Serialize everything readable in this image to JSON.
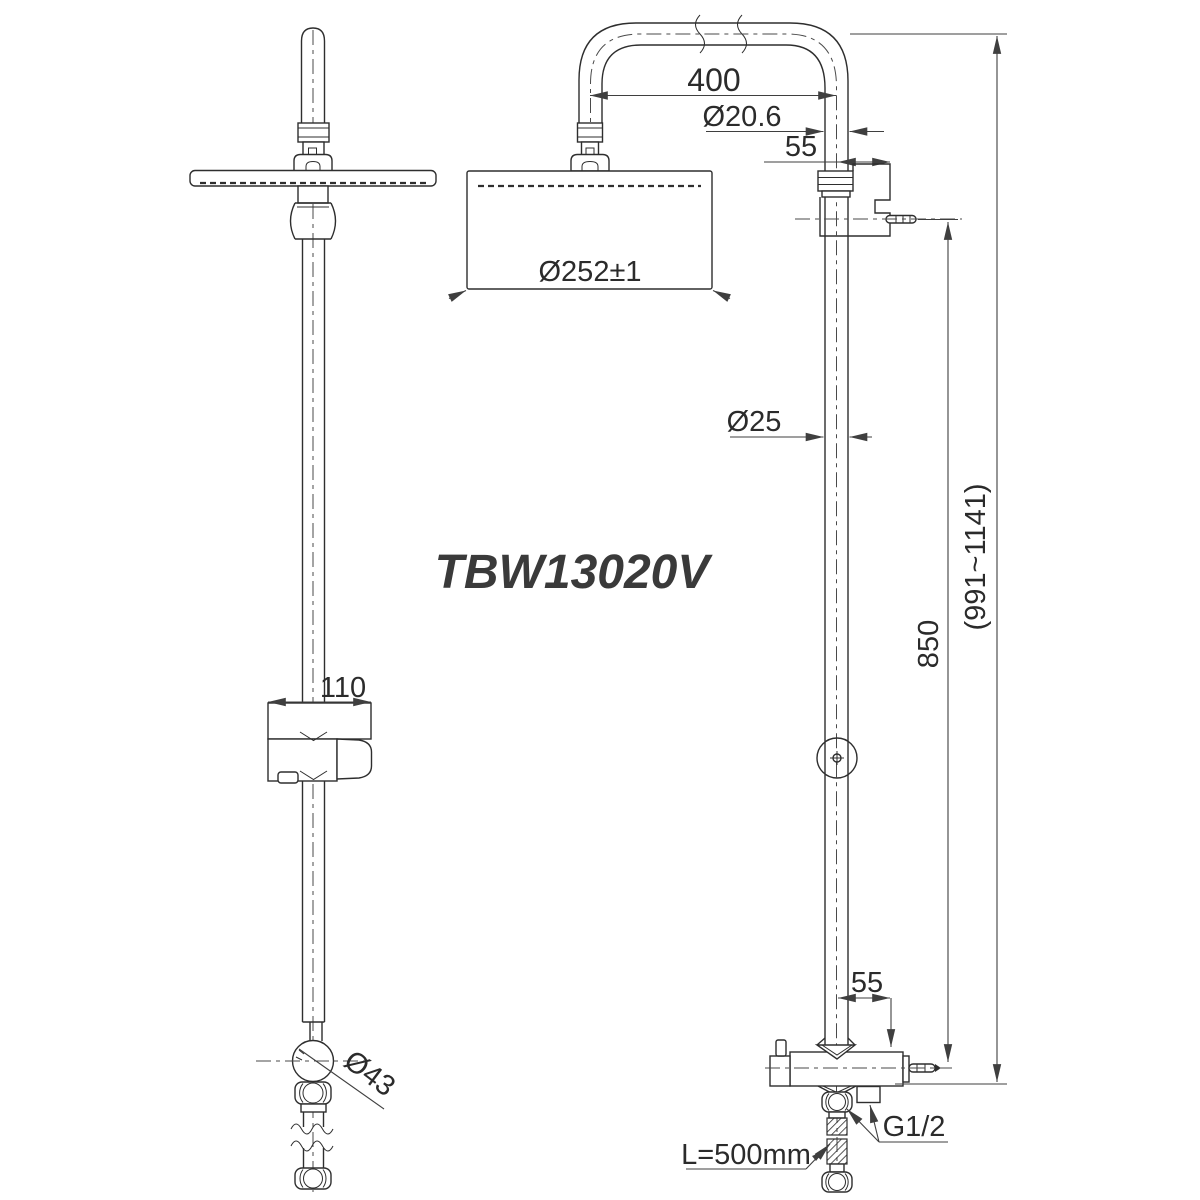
{
  "drawing": {
    "model_label": "TBW13020V",
    "type": "shower-column-technical-drawing",
    "labels": {
      "arm_length": "400",
      "arm_od": "Ø20.6",
      "top_wall_offset": "55",
      "head_diameter": "Ø252±1",
      "pipe_od": "Ø25",
      "mount_span": "850",
      "overall_height": "(991~1141)",
      "slider_width": "110",
      "knob_diameter": "Ø43",
      "bottom_wall_offset": "55",
      "thread_size": "G1/2",
      "hose_length": "L=500mm"
    },
    "colors": {
      "line": "#2e2e2e",
      "dimension": "#3f3f3f",
      "text": "#2b2b2b",
      "background": "#ffffff"
    }
  }
}
